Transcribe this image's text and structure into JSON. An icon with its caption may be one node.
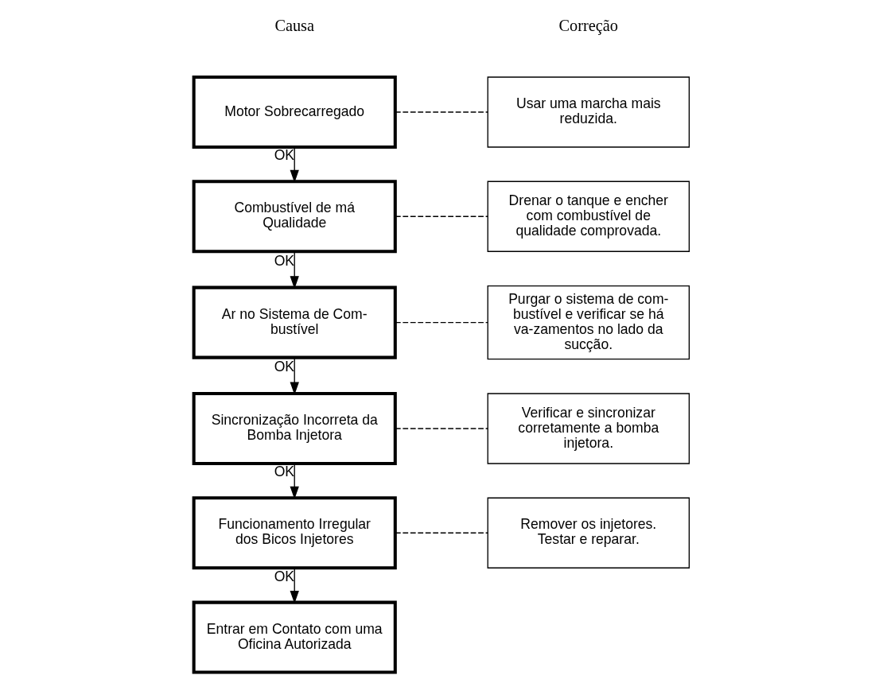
{
  "diagram": {
    "nodes": [
      {
        "text": [
          "Motor Sobrecarregado"
        ]
      },
      {
        "text": [
          "Combustível de má Qualidade"
        ]
      },
      {
        "text": [
          "Ar no Sistema de Com- bustível"
        ]
      },
      {
        "text": [
          "Sincronização Incorreta da Bomba Injetora"
        ]
      },
      {
        "text": [
          "Funcionamento Irregular dos Bicos Injetores"
        ]
      },
      {
        "text": [
          "Usar uma marcha mais reduzida."
        ]
      },
      {
        "text": [
          "Drenar o tanque e encher com combustível de qualidade comprovada."
        ]
      },
      {
        "text": [
          "Purgar o sistema de com- bustível e verificar se há va-zamentos no lado da sucção."
        ]
      },
      {
        "text": [
          "Verificar e sincronizar corretamente a bomba injetora."
        ]
      },
      {
        "text": [
          "Remover os injetores. Testar e reparar."
        ]
      },
      {
        "text": [
          "Entrar em Contato com uma Oficina Autorizada"
        ]
      }
    ],
    "edges": [
      {
        "from": 0,
        "to": 1,
        "arrow": "to",
        "label": "OK"
      },
      {
        "from": 1,
        "to": 2,
        "arrow": "to",
        "label": "OK"
      },
      {
        "from": 2,
        "to": 3,
        "arrow": "to",
        "label": "OK"
      },
      {
        "from": 3,
        "to": 4,
        "arrow": "to",
        "label": "OK"
      },
      {
        "from": 4,
        "to": 10,
        "arrow": "to",
        "label": "OK"
      },
      {
        "from": 0,
        "to": 5,
        "arrow": "none",
        "style": "dashed"
      },
      {
        "from": 1,
        "to": 6,
        "arrow": "none",
        "style": "dashed"
      },
      {
        "from": 2,
        "to": 7,
        "arrow": "none",
        "style": "dashed"
      },
      {
        "from": 3,
        "to": 8,
        "arrow": "none",
        "style": "dashed"
      },
      {
        "from": 4,
        "to": 9,
        "arrow": "none",
        "style": "dashed"
      }
    ],
    "labels": [
      "Causa",
      "Correção"
    ]
  }
}
